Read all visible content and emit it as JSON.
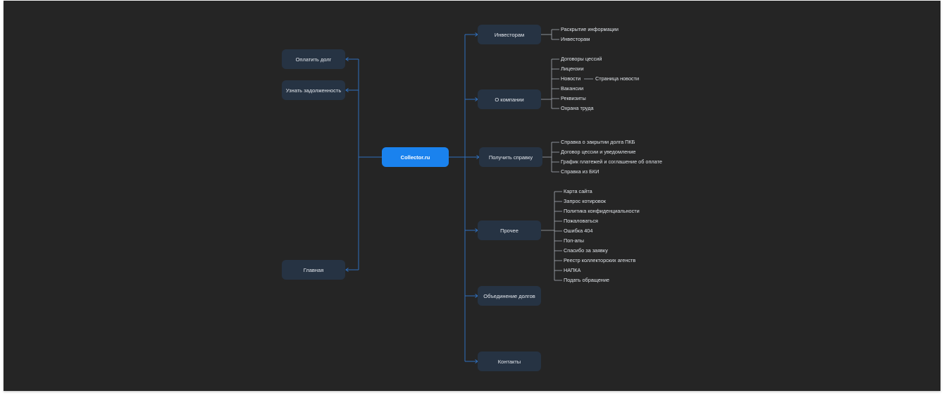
{
  "colors": {
    "canvas": "#252525",
    "node": "#263343",
    "root": "#1a82ee",
    "connector": "#2f6fbd",
    "leaf_line": "#a7adb4",
    "text": "#e4e8ee"
  },
  "root": {
    "label": "Collector.ru"
  },
  "left_nodes": [
    {
      "label": "Оплатить долг"
    },
    {
      "label": "Узнать задолженность"
    },
    {
      "label": "Главная"
    }
  ],
  "right_nodes": [
    {
      "label": "Инвесторам",
      "children": [
        "Раскрытие информации",
        "Инвесторам"
      ]
    },
    {
      "label": "О компании",
      "children": [
        "Договоры цессий",
        "Лицензии",
        "Новости",
        "Вакансии",
        "Реквизиты",
        "Охрана труда"
      ],
      "sub": "Страница новости"
    },
    {
      "label": "Получить справку",
      "children": [
        "Справка о закрытии долга ПКБ",
        "Договор цессии и уведомление",
        "График платежей и соглашение об оплате",
        "Справка из БКИ"
      ]
    },
    {
      "label": "Прочее",
      "children": [
        "Карта сайта",
        "Запрос котировок",
        "Политика конфиденциальности",
        "Пожаловаться",
        "Ошибка 404",
        "Поп-апы",
        "Спасибо за заявку",
        "Реестр коллекторских агенств",
        "НАПКА",
        "Подать обращение"
      ]
    },
    {
      "label": "Объединение долгов",
      "children": []
    },
    {
      "label": "Контакты",
      "children": []
    }
  ]
}
